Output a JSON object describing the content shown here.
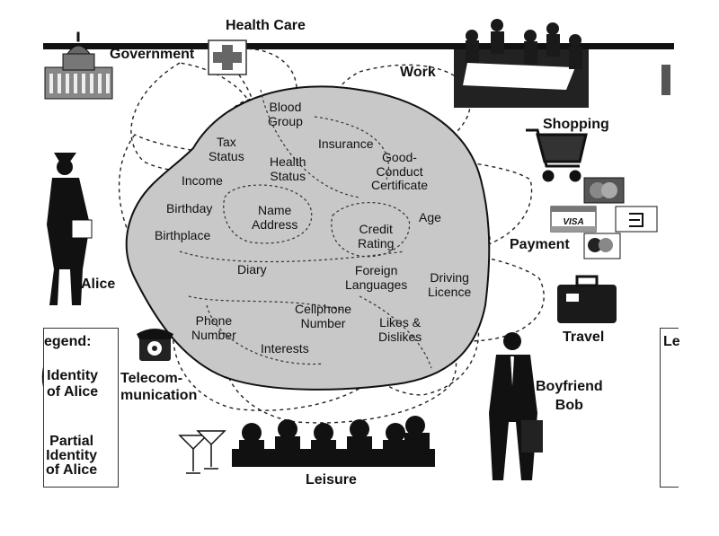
{
  "colors": {
    "blob_fill": "#c8c8c8",
    "ink": "#111111",
    "background": "#ffffff"
  },
  "context_labels": {
    "health_care": "Health Care",
    "government": "Government",
    "work": "Work",
    "shopping": "Shopping",
    "payment": "Payment",
    "travel": "Travel",
    "alice": "Alice",
    "boyfriend_bob": "Boyfriend\nBob",
    "telecommunication": "Telecom-\nmunication",
    "leisure": "Leisure"
  },
  "attributes": {
    "blood_group": "Blood\nGroup",
    "tax_status": "Tax\nStatus",
    "insurance": "Insurance",
    "good_conduct": "Good-\nConduct\nCertificate",
    "health_status": "Health\nStatus",
    "income": "Income",
    "birthday": "Birthday",
    "name_address": "Name\nAddress",
    "age": "Age",
    "credit_rating": "Credit\nRating",
    "birthplace": "Birthplace",
    "diary": "Diary",
    "foreign_languages": "Foreign\nLanguages",
    "driving_licence": "Driving\nLicence",
    "cellphone_number": "Cellphone\nNumber",
    "phone_number": "Phone\nNumber",
    "likes_dislikes": "Likes &\nDislikes",
    "interests": "Interests"
  },
  "legend": {
    "title": "egend:",
    "identity_label": "Identity\nof Alice",
    "partial_label": "Partial\nIdentity\nof Alice",
    "right_fragment": "Le"
  },
  "icons": [
    "government-building-icon",
    "red-cross-icon",
    "business-meeting-icon",
    "shopping-cart-icon",
    "credit-cards-icon",
    "suitcase-icon",
    "telephone-icon",
    "martini-glasses-icon",
    "crowd-silhouette-icon",
    "alice-silhouette-icon",
    "bob-silhouette-icon"
  ]
}
